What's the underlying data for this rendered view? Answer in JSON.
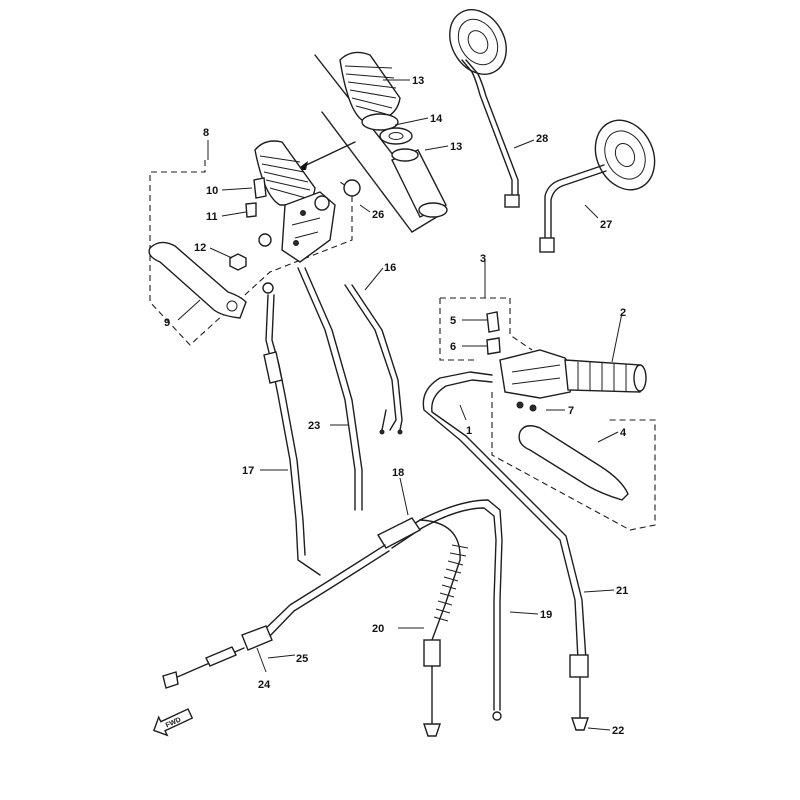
{
  "callouts": [
    {
      "id": "1",
      "text": "1"
    },
    {
      "id": "2",
      "text": "2"
    },
    {
      "id": "3",
      "text": "3"
    },
    {
      "id": "4",
      "text": "4"
    },
    {
      "id": "5",
      "text": "5"
    },
    {
      "id": "6",
      "text": "6"
    },
    {
      "id": "7",
      "text": "7"
    },
    {
      "id": "8",
      "text": "8"
    },
    {
      "id": "9",
      "text": "9"
    },
    {
      "id": "10",
      "text": "10"
    },
    {
      "id": "11",
      "text": "11"
    },
    {
      "id": "12",
      "text": "12"
    },
    {
      "id": "13a",
      "text": "13"
    },
    {
      "id": "13b",
      "text": "13"
    },
    {
      "id": "14",
      "text": "14"
    },
    {
      "id": "16",
      "text": "16"
    },
    {
      "id": "17",
      "text": "17"
    },
    {
      "id": "18",
      "text": "18"
    },
    {
      "id": "19",
      "text": "19"
    },
    {
      "id": "20",
      "text": "20"
    },
    {
      "id": "21",
      "text": "21"
    },
    {
      "id": "22",
      "text": "22"
    },
    {
      "id": "23",
      "text": "23"
    },
    {
      "id": "24",
      "text": "24"
    },
    {
      "id": "25",
      "text": "25"
    },
    {
      "id": "26",
      "text": "26"
    },
    {
      "id": "27",
      "text": "27"
    },
    {
      "id": "28",
      "text": "28"
    }
  ],
  "front_marker": {
    "text": "FWD",
    "icon": "front-arrow-icon"
  },
  "colors": {
    "ink": "#1e1e1e",
    "paper": "#ffffff"
  }
}
